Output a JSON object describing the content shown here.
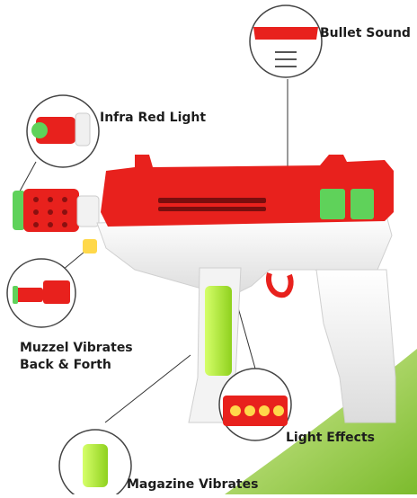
{
  "labels": {
    "bullet_sound": "Bullet Sound",
    "infra_red_light": "Infra Red Light",
    "muzzle_line1": "Muzzel Vibrates",
    "muzzle_line2": "Back & Forth",
    "light_effects": "Light Effects",
    "magazine_vibrates": "Magazine Vibrates"
  },
  "colors": {
    "body_red": "#e8211d",
    "body_white": "#f4f4f4",
    "magazine_green": "#b6f23a",
    "led_green": "#5fd25a",
    "light_yellow": "#ffd84a",
    "corner_green": "#8dc63f"
  }
}
